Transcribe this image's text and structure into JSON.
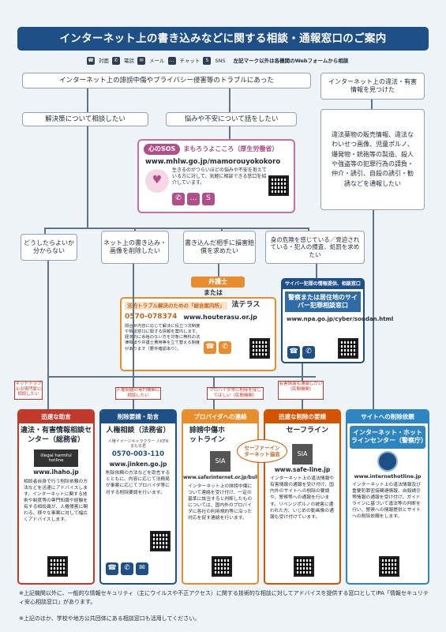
{
  "title": "インターネット上の書き込みなどに関する相談・通報窓口のご案内",
  "legend": {
    "items": [
      {
        "icon": "☎",
        "label": "対面"
      },
      {
        "icon": "✆",
        "label": "電話"
      },
      {
        "icon": "✉",
        "label": "メール"
      },
      {
        "icon": "…",
        "label": "チャット"
      },
      {
        "icon": "S",
        "label": "SNS"
      }
    ],
    "note": "左記マーク以外は各機関のWebフォームから相談"
  },
  "top_left": "インターネット上の誹謗中傷やプライバシー侵害等のトラブルにあった",
  "top_right": "インターネット上の違法・有害情報を見つけた",
  "solve": "解決策について相談したい",
  "worry": "悩みや不安について話をしたい",
  "sos": {
    "badge": "心のSOS",
    "title": "まもろうよこころ（厚生労働省）",
    "url": "www.mhlw.go.jp/mamorouyokokoro",
    "desc": "生きるのがつらいほどの悩みや不安を抱えている方に対して、気軽に相談できる窓口を紹介しています。"
  },
  "illegal_list": "違法薬物の販売情報、違法なわいせつ画像、児童ポルノ、爆発物・銃砲等の製造、殺人や強盗等の犯罪行為の請負・仲介・誘引、自殺の誘引・勧誘などを通報したい",
  "branches": {
    "b1": "どうしたらよいか分からない",
    "b2": "ネット上の書き込み・画像を削除したい",
    "b3": "書き込んだ相手に損害賠償を求めたい",
    "b4": "身の危険を感じている／脅迫されている・犯人の捜査、処罰を求めたい"
  },
  "lawyer": {
    "head": "弁護士",
    "or": "または",
    "subtitle": "法的トラブル解決のための「総合案内所」",
    "name": "法テラス",
    "phone": "0570-078374",
    "url": "www.houterasu.or.jp",
    "desc": "問合せ内容に応じて解決に役立つ法制度や相談窓口に関する情報を案内します。経済的に余裕のない方を対象に無料の法律相談や弁護士費用等を立て替える制度があります（要件確認あり）。"
  },
  "police": {
    "head": "サイバー犯罪の情報提供、相談窓口",
    "name": "警察または居住地のサイバー犯罪相談窓口",
    "url": "www.npa.go.jp/cyber/soudan.html"
  },
  "tags": {
    "t1": "ネットトラブルの専門家に相談したい",
    "t2": "人権問題の専門機関に相談したい",
    "t3": "プロバイダ等に削除を促してほしい（民間機関）",
    "t4": "有害情報も通報したい（民間機関）"
  },
  "cols": [
    {
      "head": "迅速な助言",
      "name": "違法・有害情報相談センター（総務省）",
      "logo": "illegal harmful hotline",
      "url": "www.ihaho.jp",
      "desc": "相談者自身で行う削除依頼の方法などを迅速にアドバイスします。インターネットに関する技術や制度等の専門知識や経験を有する相談員が、人権侵害に関わる、様々な事案に対して幅広くアドバイスします。",
      "color": "#c0392b"
    },
    {
      "head": "削除要請・助言",
      "name": "人権相談（法務省）",
      "logo": "人権イメージキャラクター 人KENまもる君",
      "phone": "0570-003-110",
      "url": "www.jinken.go.jp",
      "desc": "削除依頼の方法などを助言するとともに、内容に応じて法務局が事案に応じてプロバイダ等に対する削除要請を行います。",
      "color": "#1e4f86"
    },
    {
      "head": "プロバイダへの連絡",
      "name": "誹謗中傷ホットライン",
      "url": "www.saferinternet.or.jp/bullying/",
      "desc": "インターネット上の誹謗中傷について連絡を受け付け、一定の基準に該当すると判断したものについては、国内外のプロバイダに各社の利用規約等に沿った対応を促す連絡を行います。",
      "color": "#e88d2c"
    },
    {
      "head": "迅速な削除の要請",
      "name": "セーフライン",
      "url": "www.safe-line.jp",
      "desc": "インターネット上の違法情報や有害情報の通報を受け付け、国内外のサイトへの削除の要請や、警察等への通報を行います。リベンジポルノの被害に遭われた方、いじめの動画像の通報も受け付けています。",
      "color": "#d35400"
    },
    {
      "head": "サイトへの削除依頼",
      "name": "インターネット・ホットラインセンター（警察庁）",
      "url": "www.internethotline.jp",
      "desc": "インターネット上の違法情報及び重要犯罪密接関連情報、自殺誘引等情報の通報を受け付け、ガイドラインに基づいて違法等の判断を行い、警察への情報提供とサイトへの削除依頼をします。",
      "color": "#2e86c1"
    }
  ],
  "safer_badge": "セーファーインターネット協会",
  "footnotes": [
    "※上記機関以外に、一般的な情報セキュリティ（主にウイルスや不正アクセス）に関する技術的な相談に対してアドバイスを提供する窓口としてIPA「情報セキュリティ安心相談窓口」があります。",
    "※上記のほか、学校や地方公共団体にある相談窓口も活用してください。"
  ]
}
